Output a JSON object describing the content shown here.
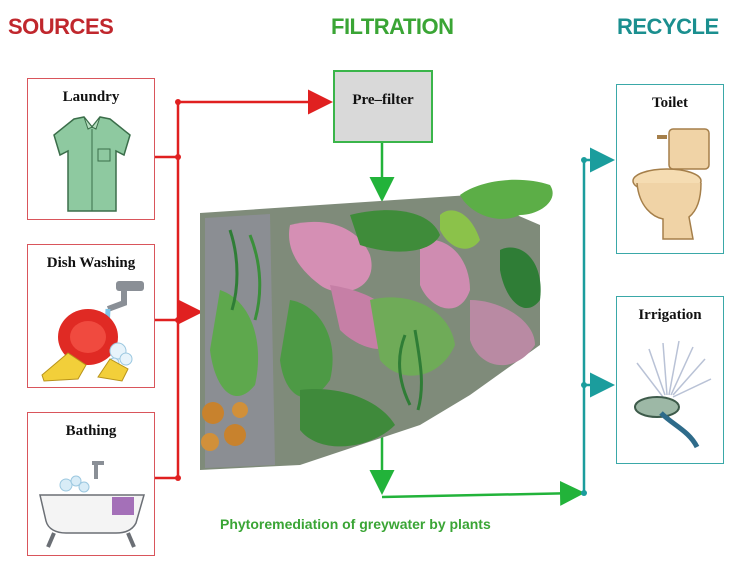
{
  "headers": {
    "sources": "SOURCES",
    "filtration": "FILTRATION",
    "recycle": "RECYCLE"
  },
  "sources": [
    {
      "label": "Laundry",
      "icon": "shirt-icon"
    },
    {
      "label": "Dish Washing",
      "icon": "dish-washing-icon"
    },
    {
      "label": "Bathing",
      "icon": "bathtub-icon"
    }
  ],
  "filtration": {
    "prefilter": "Pre–filter",
    "caption": "Phytoremediation of greywater by plants"
  },
  "recycle": [
    {
      "label": "Toilet",
      "icon": "toilet-icon"
    },
    {
      "label": "Irrigation",
      "icon": "sprinkler-icon"
    }
  ],
  "colors": {
    "sources": "#c0272d",
    "filtration": "#3aa535",
    "recycle": "#1b8f8f"
  }
}
